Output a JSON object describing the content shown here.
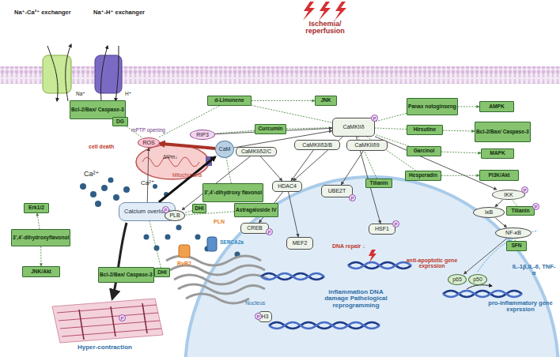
{
  "diagram": {
    "nodes": [
      {
        "text": [
          "Bcl-2/Bax/ Caspase-3"
        ]
      },
      {
        "text": [
          "DG"
        ]
      },
      {
        "text": [
          "d-Limonene"
        ]
      },
      {
        "text": [
          "JNK"
        ]
      },
      {
        "text": [
          "Panax notoginseng"
        ]
      },
      {
        "text": [
          "AMPK"
        ]
      },
      {
        "text": [
          "Curcumin"
        ]
      },
      {
        "text": [
          "RIP3"
        ]
      },
      {
        "text": [
          "ROS"
        ]
      },
      {
        "text": [
          "CaMKIIδ"
        ]
      },
      {
        "text": [
          "Hirsutine"
        ]
      },
      {
        "text": [
          "Bcl-2/Bax/ Caspase-3"
        ]
      },
      {
        "text": [
          "CaMKIIδ3/B"
        ]
      },
      {
        "text": [
          "CaMKIIδ9"
        ]
      },
      {
        "text": [
          "CaM"
        ]
      },
      {
        "text": [
          "CaMKIIδ2/C"
        ]
      },
      {
        "text": [
          "Garcinol"
        ]
      },
      {
        "text": [
          "MAPK"
        ]
      },
      {
        "text": [
          "Hesperadin"
        ]
      },
      {
        "text": [
          "PI3K/Akt"
        ]
      },
      {
        "text": [
          "3',4'-dihydroxy flavonol"
        ]
      },
      {
        "text": [
          "HDAC4"
        ]
      },
      {
        "text": [
          "UBE2T"
        ]
      },
      {
        "text": [
          "Tilianin"
        ]
      },
      {
        "text": [
          "IKK"
        ]
      },
      {
        "text": [
          "Erk1/2"
        ]
      },
      {
        "text": [
          "DHI"
        ]
      },
      {
        "text": [
          "Calcium overload"
        ]
      },
      {
        "text": [
          "Astragaloside IV"
        ]
      },
      {
        "text": [
          "IκB"
        ]
      },
      {
        "text": [
          "Tilianin"
        ]
      },
      {
        "text": [
          "PLB"
        ]
      },
      {
        "text": [
          "CREB"
        ]
      },
      {
        "text": [
          "HSF1"
        ]
      },
      {
        "text": [
          "NF-κB"
        ]
      },
      {
        "text": [
          "3',4'-dihydroxyflavonol"
        ]
      },
      {
        "text": [
          "MEF2"
        ]
      },
      {
        "text": [
          "SFN"
        ]
      },
      {
        "text": [
          "JNK/Akt"
        ]
      },
      {
        "text": [
          "Bcl-2/Bax/ Caspase-3"
        ]
      },
      {
        "text": [
          "DHI"
        ]
      },
      {
        "text": [
          "p65"
        ]
      },
      {
        "text": [
          "p50"
        ]
      },
      {
        "text": [
          "H3"
        ]
      }
    ],
    "edges": [
      {
        "from": 2,
        "to": 3,
        "arrow": "to"
      },
      {
        "from": 2,
        "to": 8,
        "arrow": "none"
      },
      {
        "from": 2,
        "to": 9,
        "arrow": "none"
      },
      {
        "from": 6,
        "to": 9,
        "arrow": "none"
      },
      {
        "from": 6,
        "to": 7,
        "arrow": "none"
      },
      {
        "from": 1,
        "to": 0,
        "arrow": "to"
      },
      {
        "from": 1,
        "to": 8,
        "arrow": "none"
      },
      {
        "from": 4,
        "to": 5,
        "arrow": "to"
      },
      {
        "from": 4,
        "to": 9,
        "arrow": "none"
      },
      {
        "from": 10,
        "to": 11,
        "arrow": "to"
      },
      {
        "from": 10,
        "to": 9,
        "arrow": "none"
      },
      {
        "from": 16,
        "to": 17,
        "arrow": "to"
      },
      {
        "from": 16,
        "to": 9,
        "arrow": "none"
      },
      {
        "from": 18,
        "to": 19,
        "arrow": "to"
      },
      {
        "from": 18,
        "to": 9,
        "arrow": "none"
      },
      {
        "from": 23,
        "to": 9,
        "arrow": "none"
      },
      {
        "from": 30,
        "to": 24,
        "arrow": "none"
      },
      {
        "from": 37,
        "to": 34,
        "arrow": "none"
      },
      {
        "from": 35,
        "to": 25,
        "arrow": "to"
      },
      {
        "from": 35,
        "to": 38,
        "arrow": "to"
      },
      {
        "from": 40,
        "to": 39,
        "arrow": "to"
      },
      {
        "from": 40,
        "to": 27,
        "arrow": "none"
      },
      {
        "from": 26,
        "to": 31,
        "arrow": "none"
      },
      {
        "from": 20,
        "to": 14,
        "arrow": "none"
      },
      {
        "from": 28,
        "to": 31,
        "arrow": "none"
      },
      {
        "from": 7,
        "to": 9,
        "arrow": "to"
      },
      {
        "from": 14,
        "to": 8,
        "arrow": "to"
      },
      {
        "from": 27,
        "to": 14,
        "arrow": "to"
      },
      {
        "from": 27,
        "to": 8,
        "arrow": "to"
      },
      {
        "from": 14,
        "to": 9,
        "arrow": "to"
      },
      {
        "from": 9,
        "to": 21,
        "arrow": "to"
      },
      {
        "from": 15,
        "to": 21,
        "arrow": "to"
      },
      {
        "from": 12,
        "to": 21,
        "arrow": "to"
      },
      {
        "from": 13,
        "to": 22,
        "arrow": "to"
      },
      {
        "from": 9,
        "to": 33,
        "arrow": "to"
      },
      {
        "from": 9,
        "to": 24,
        "arrow": "to"
      },
      {
        "from": 24,
        "to": 29,
        "arrow": "to"
      },
      {
        "from": 29,
        "to": 34,
        "arrow": "to"
      },
      {
        "from": 34,
        "to": 41,
        "arrow": "to"
      },
      {
        "from": 21,
        "to": 36,
        "arrow": "to"
      },
      {
        "from": 21,
        "to": 32,
        "arrow": "to"
      },
      {
        "from": 15,
        "to": 31,
        "arrow": "to"
      }
    ],
    "labels": [
      "Na⁺-Ca²⁺ exchanger",
      "Na⁺-H⁺ exchanger",
      "Na⁺",
      "H⁺",
      "Ischemia/ reperfusion",
      "cell death",
      "mPTP opening",
      "ΔΨm↓",
      "Mitochondria",
      "Ca²⁺",
      "Ca²⁺",
      "PLN",
      "SERCA2a",
      "RyR2",
      "Hyper-contraction",
      "Nucleus",
      "DNA repair ↓",
      "inflammation DNA damage Pathelogical reprogramming",
      "anti-apoptotic gene exprssion",
      "IL-1β,IL-6, TNF-α",
      "pro-inflammatory gene exprssion",
      "P",
      "P",
      "P",
      "P",
      "P",
      "P",
      "P",
      "P",
      "P"
    ]
  }
}
